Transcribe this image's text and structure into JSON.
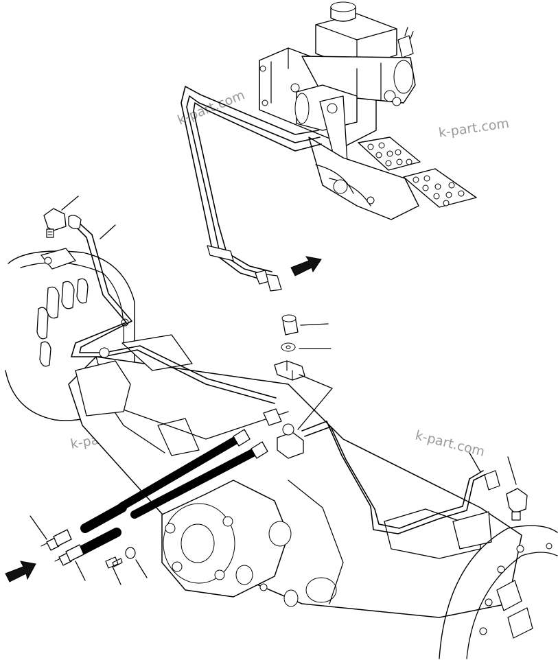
{
  "diagram": {
    "watermarks": [
      "k-part.com",
      "k-part.com",
      "k-part.com",
      "k-part.com"
    ],
    "view_arrows": [
      "arrow-upper",
      "arrow-lower"
    ],
    "callout_count": 9
  }
}
